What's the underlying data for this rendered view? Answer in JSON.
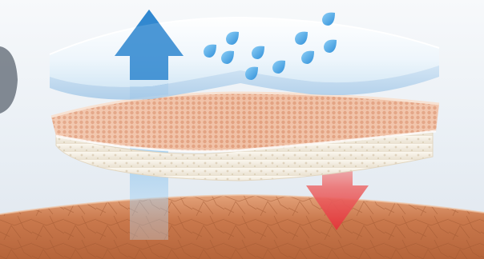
{
  "illustration": {
    "layers": [
      {
        "name": "top-film-layer",
        "description_color": "#eaf4fc"
      },
      {
        "name": "foam-layer",
        "description_color": "#e8b296"
      },
      {
        "name": "skin-surface",
        "description_color": "#c8754a"
      }
    ],
    "arrows": [
      {
        "name": "upward-arrow",
        "color": "#2e86cf"
      },
      {
        "name": "downward-arrow",
        "color": "#e2383a"
      }
    ],
    "droplet_count": 10,
    "colors": {
      "background": "#e9eef3",
      "film": "#f4f9fd",
      "film_edge": "#cfe3f4",
      "foam_top": "#f3cbb6",
      "foam_cells": "#de9a78",
      "foam_base": "#f4efe4",
      "skin": "#c87a4e",
      "skin_lines": "#a85a34",
      "arrow_up": "#2e86cf",
      "arrow_down": "#e2383a",
      "droplet": "#4aa6e6"
    }
  }
}
